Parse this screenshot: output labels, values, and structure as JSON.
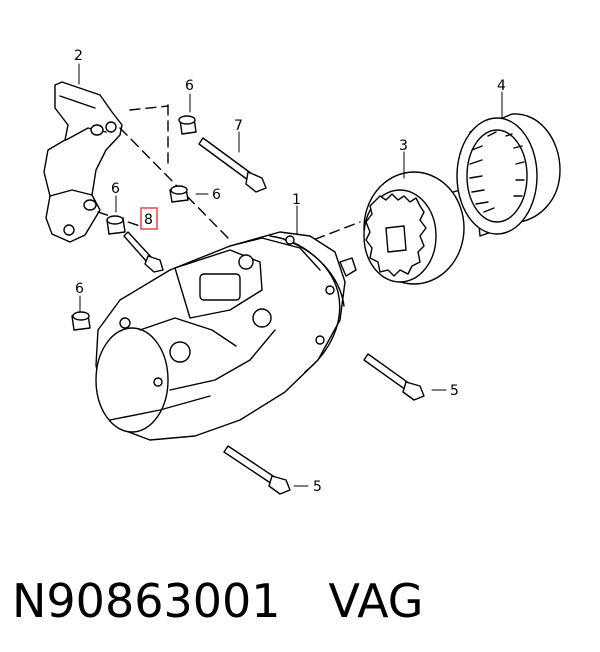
{
  "diagram": {
    "callouts": {
      "c1": "1",
      "c2": "2",
      "c3": "3",
      "c4": "4",
      "c5a": "5",
      "c5b": "5",
      "c6a": "6",
      "c6b": "6",
      "c6c": "6",
      "c6d": "6",
      "c7": "7",
      "c8": "8"
    },
    "highlight_color": "#e23a3a"
  },
  "caption": {
    "part_number": "N90863001",
    "brand": "VAG"
  }
}
